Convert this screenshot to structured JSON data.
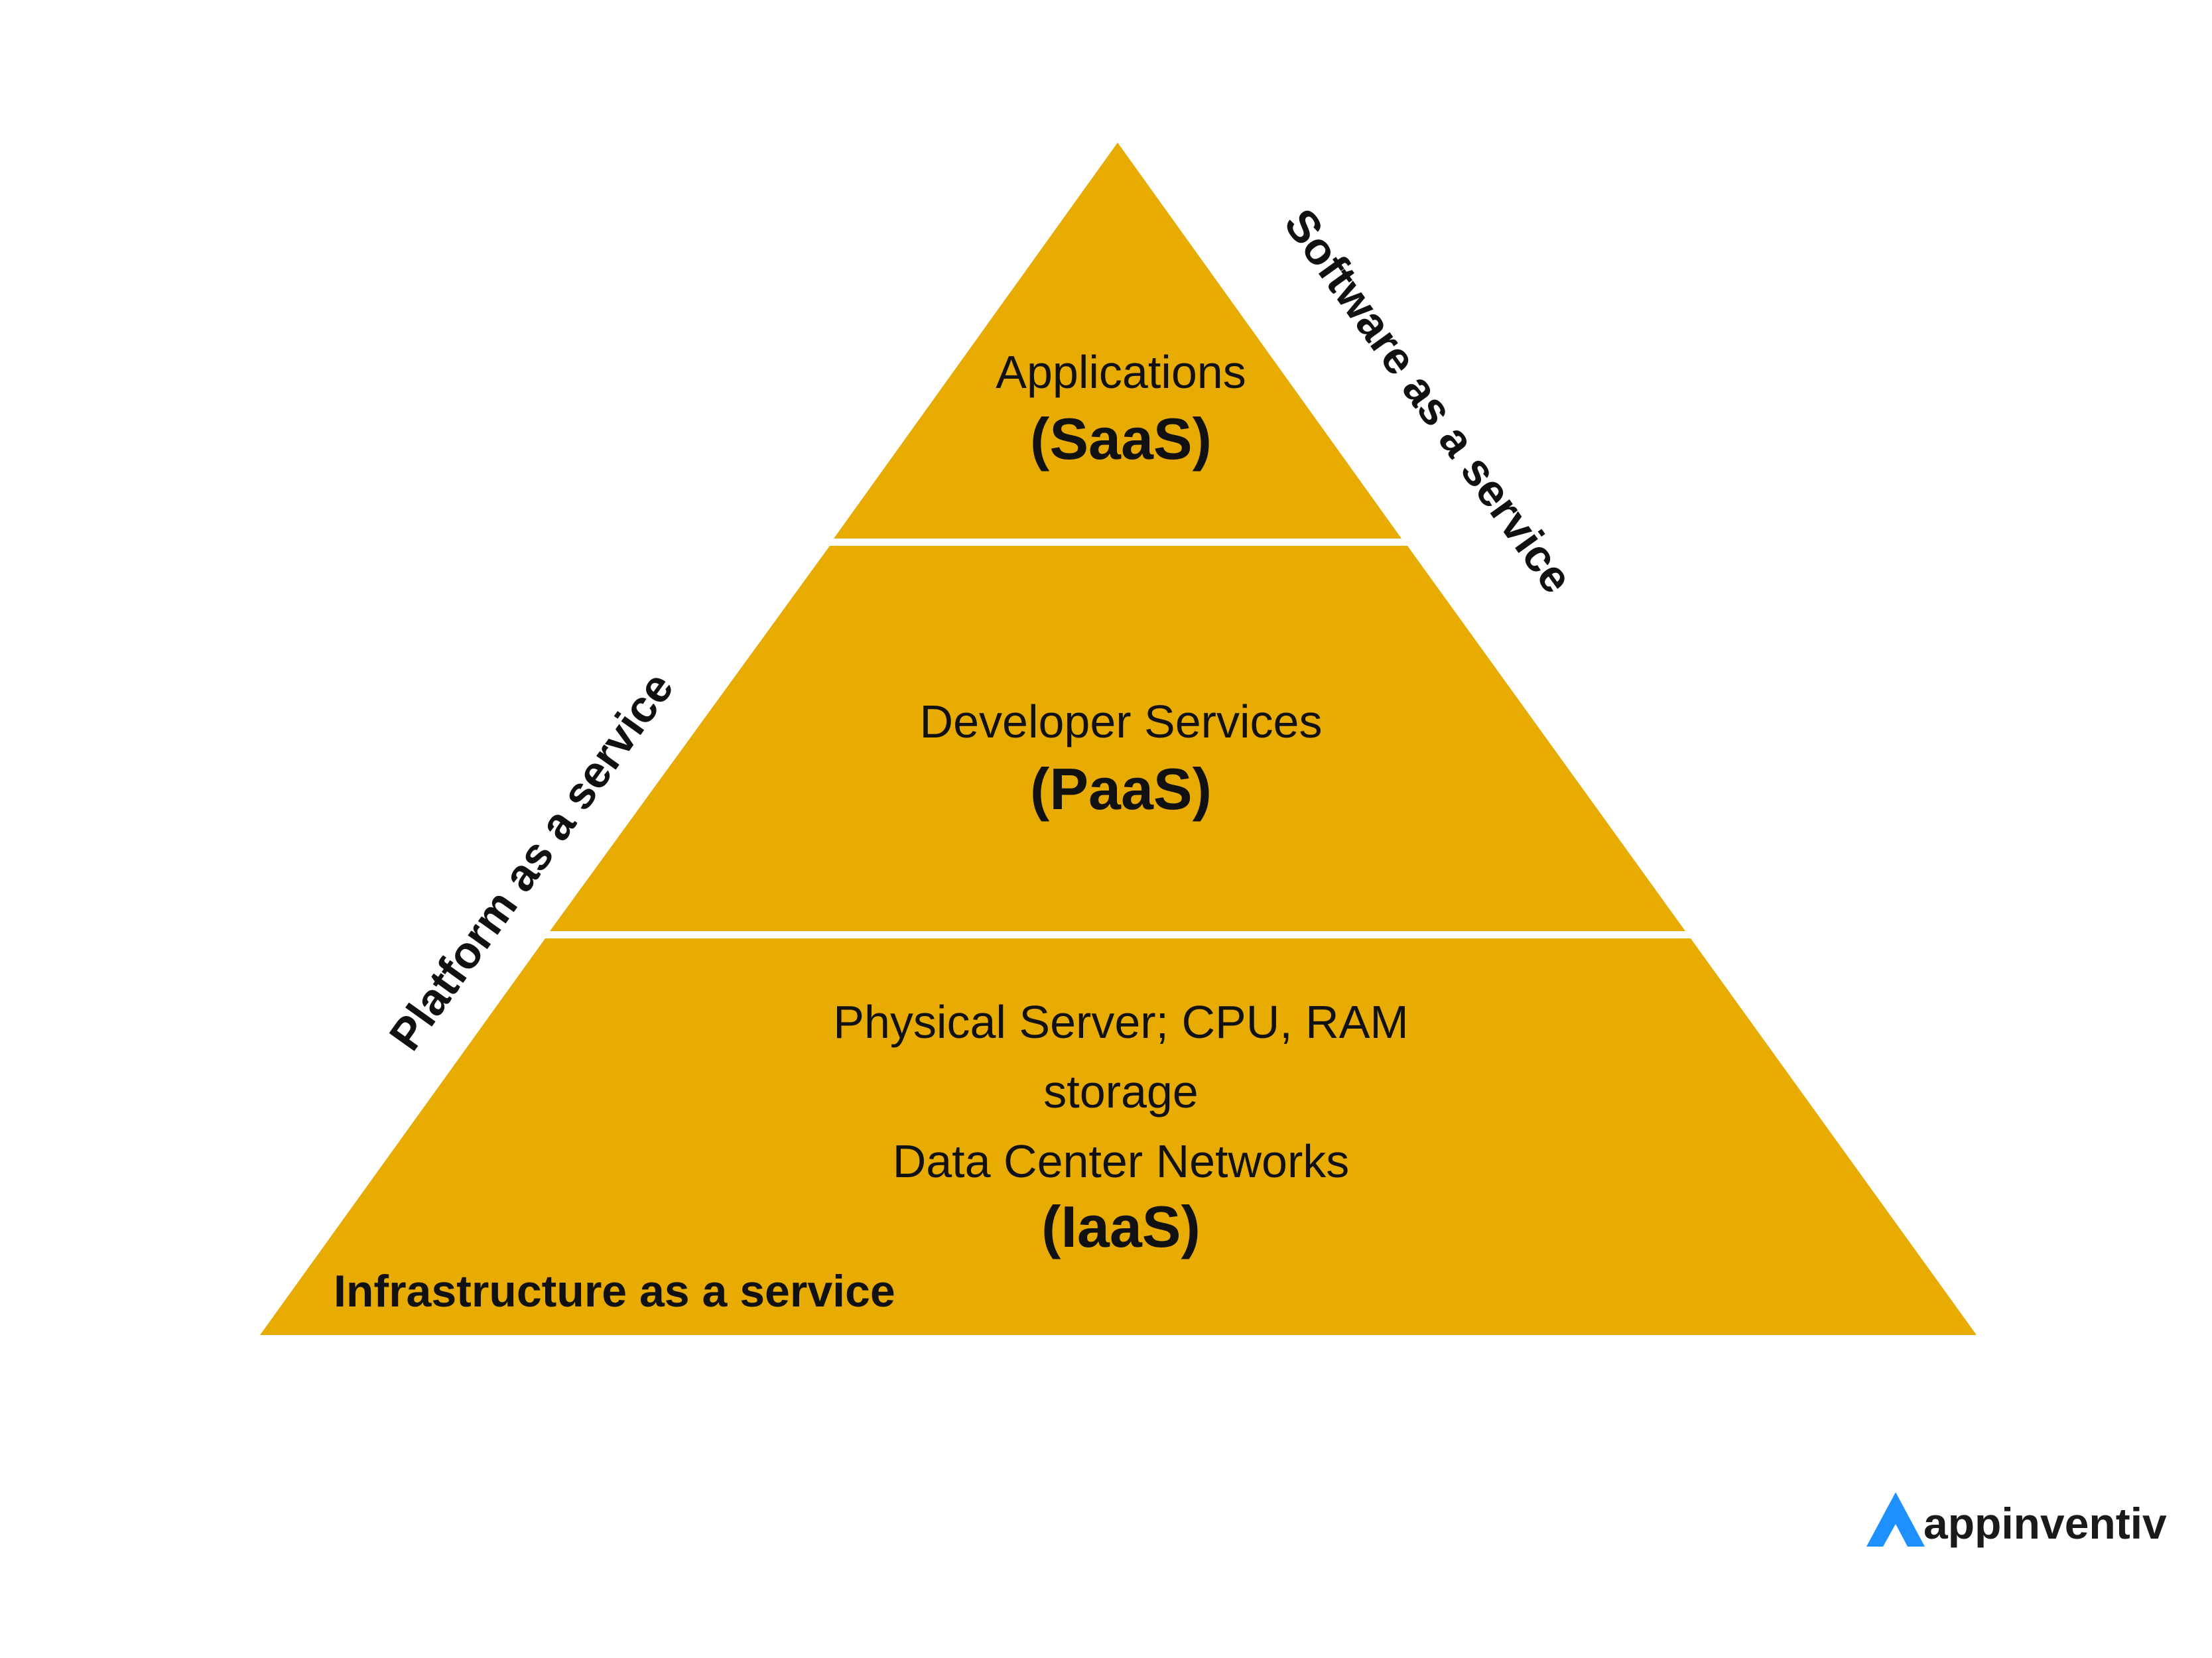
{
  "colors": {
    "tier_fill": "#E8AB02",
    "divider": "#ffffff",
    "text": "#111111",
    "brand_accent": "#1E90FF",
    "brand_text": "#1a1a1a"
  },
  "tiers": [
    {
      "id": "saas",
      "lines": [
        "Applications"
      ],
      "abbr": "(SaaS)"
    },
    {
      "id": "paas",
      "lines": [
        "Developer Services"
      ],
      "abbr": "(PaaS)"
    },
    {
      "id": "iaas",
      "lines": [
        "Physical Server; CPU, RAM",
        "storage",
        "Data Center Networks"
      ],
      "abbr": "(IaaS)"
    }
  ],
  "side_labels": {
    "software": "Software as a service",
    "platform": "Platform as a service",
    "infrastructure": "Infrastructure as a service"
  },
  "brand": {
    "name": "appinventiv",
    "icon": "appinventiv-logo-icon"
  }
}
